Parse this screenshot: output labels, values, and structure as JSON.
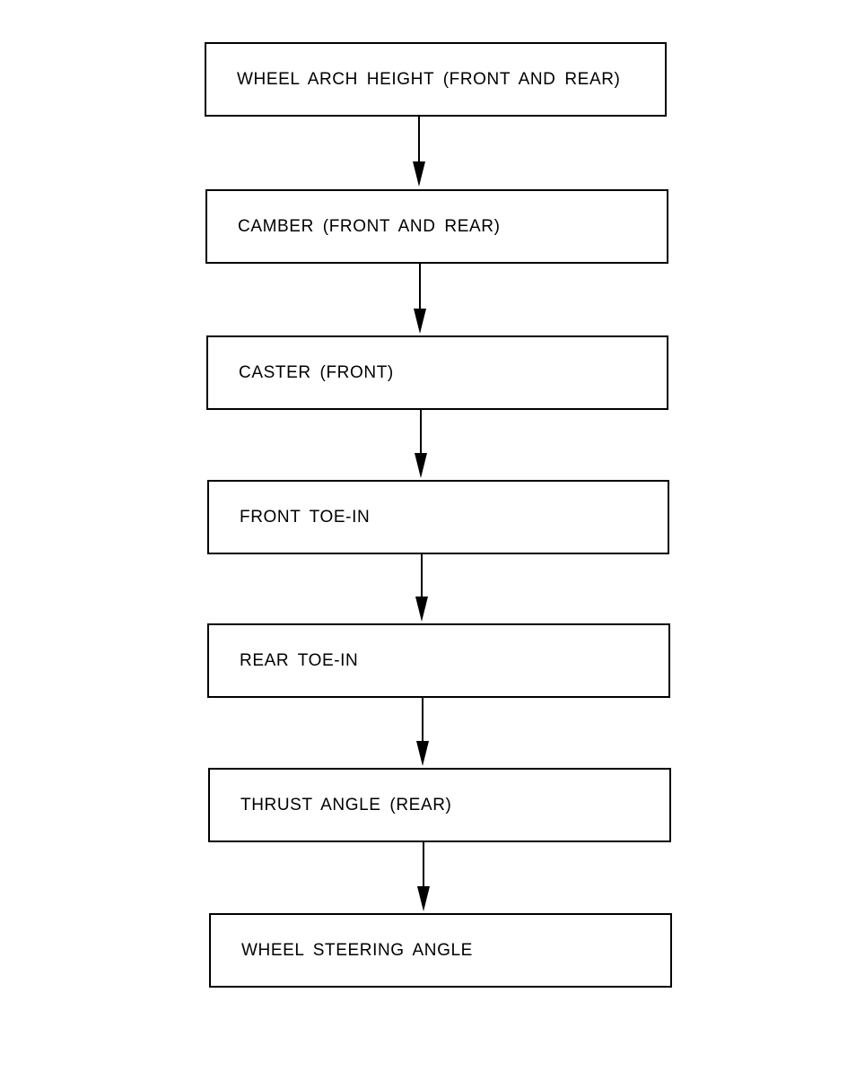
{
  "flowchart": {
    "steps": [
      {
        "label": "WHEEL ARCH HEIGHT (FRONT AND REAR)"
      },
      {
        "label": "CAMBER (FRONT AND REAR)"
      },
      {
        "label": "CASTER (FRONT)"
      },
      {
        "label": "FRONT TOE-IN"
      },
      {
        "label": "REAR TOE-IN"
      },
      {
        "label": "THRUST ANGLE (REAR)"
      },
      {
        "label": "WHEEL STEERING ANGLE"
      }
    ],
    "colors": {
      "line": "#000000",
      "background": "#ffffff"
    }
  }
}
